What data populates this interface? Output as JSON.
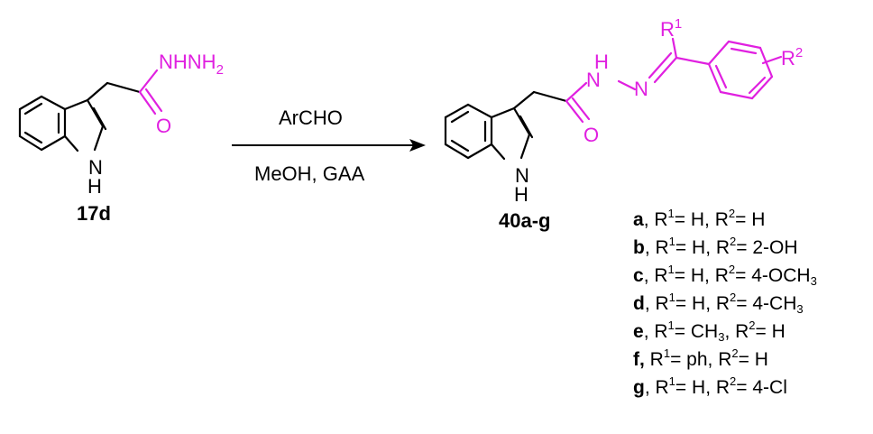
{
  "reactant": {
    "nh": "N",
    "h": "H",
    "hydrazide": "NHNH",
    "hydrazide_sub": "2",
    "oxygen": "O",
    "id": "17d"
  },
  "arrow": {
    "reagent": "ArCHO",
    "conditions": "MeOH, GAA"
  },
  "product": {
    "nh": "N",
    "h": "H",
    "amide_n": "N",
    "amide_h": "H",
    "imine_n": "N",
    "oxygen": "O",
    "r1": "R",
    "r1_sup": "1",
    "r2": "R",
    "r2_sup": "2",
    "id": "40a-g"
  },
  "variants": [
    {
      "letter": "a",
      "sep": ",",
      "r1": "H",
      "r1_sub": "",
      "r2": "H",
      "r2_sub": ""
    },
    {
      "letter": "b",
      "sep": ",",
      "r1": "H",
      "r1_sub": "",
      "r2": "2-OH",
      "r2_sub": ""
    },
    {
      "letter": "c",
      "sep": ",",
      "r1": "H",
      "r1_sub": "",
      "r2": "4-OCH",
      "r2_sub": "3"
    },
    {
      "letter": "d",
      "sep": ",",
      "r1": "H",
      "r1_sub": "",
      "r2": "4-CH",
      "r2_sub": "3"
    },
    {
      "letter": "e",
      "sep": ",",
      "r1": "CH",
      "r1_sub": "3",
      "r2": "H",
      "r2_sub": ""
    },
    {
      "letter": "f,",
      "sep": "",
      "r1": "ph",
      "r1_sub": "",
      "r2": "H",
      "r2_sub": ""
    },
    {
      "letter": "g",
      "sep": ",",
      "r1": "H",
      "r1_sub": "",
      "r2": "4-Cl",
      "r2_sub": ""
    }
  ],
  "colors": {
    "highlight": "#e020e0",
    "ink": "#000000"
  }
}
